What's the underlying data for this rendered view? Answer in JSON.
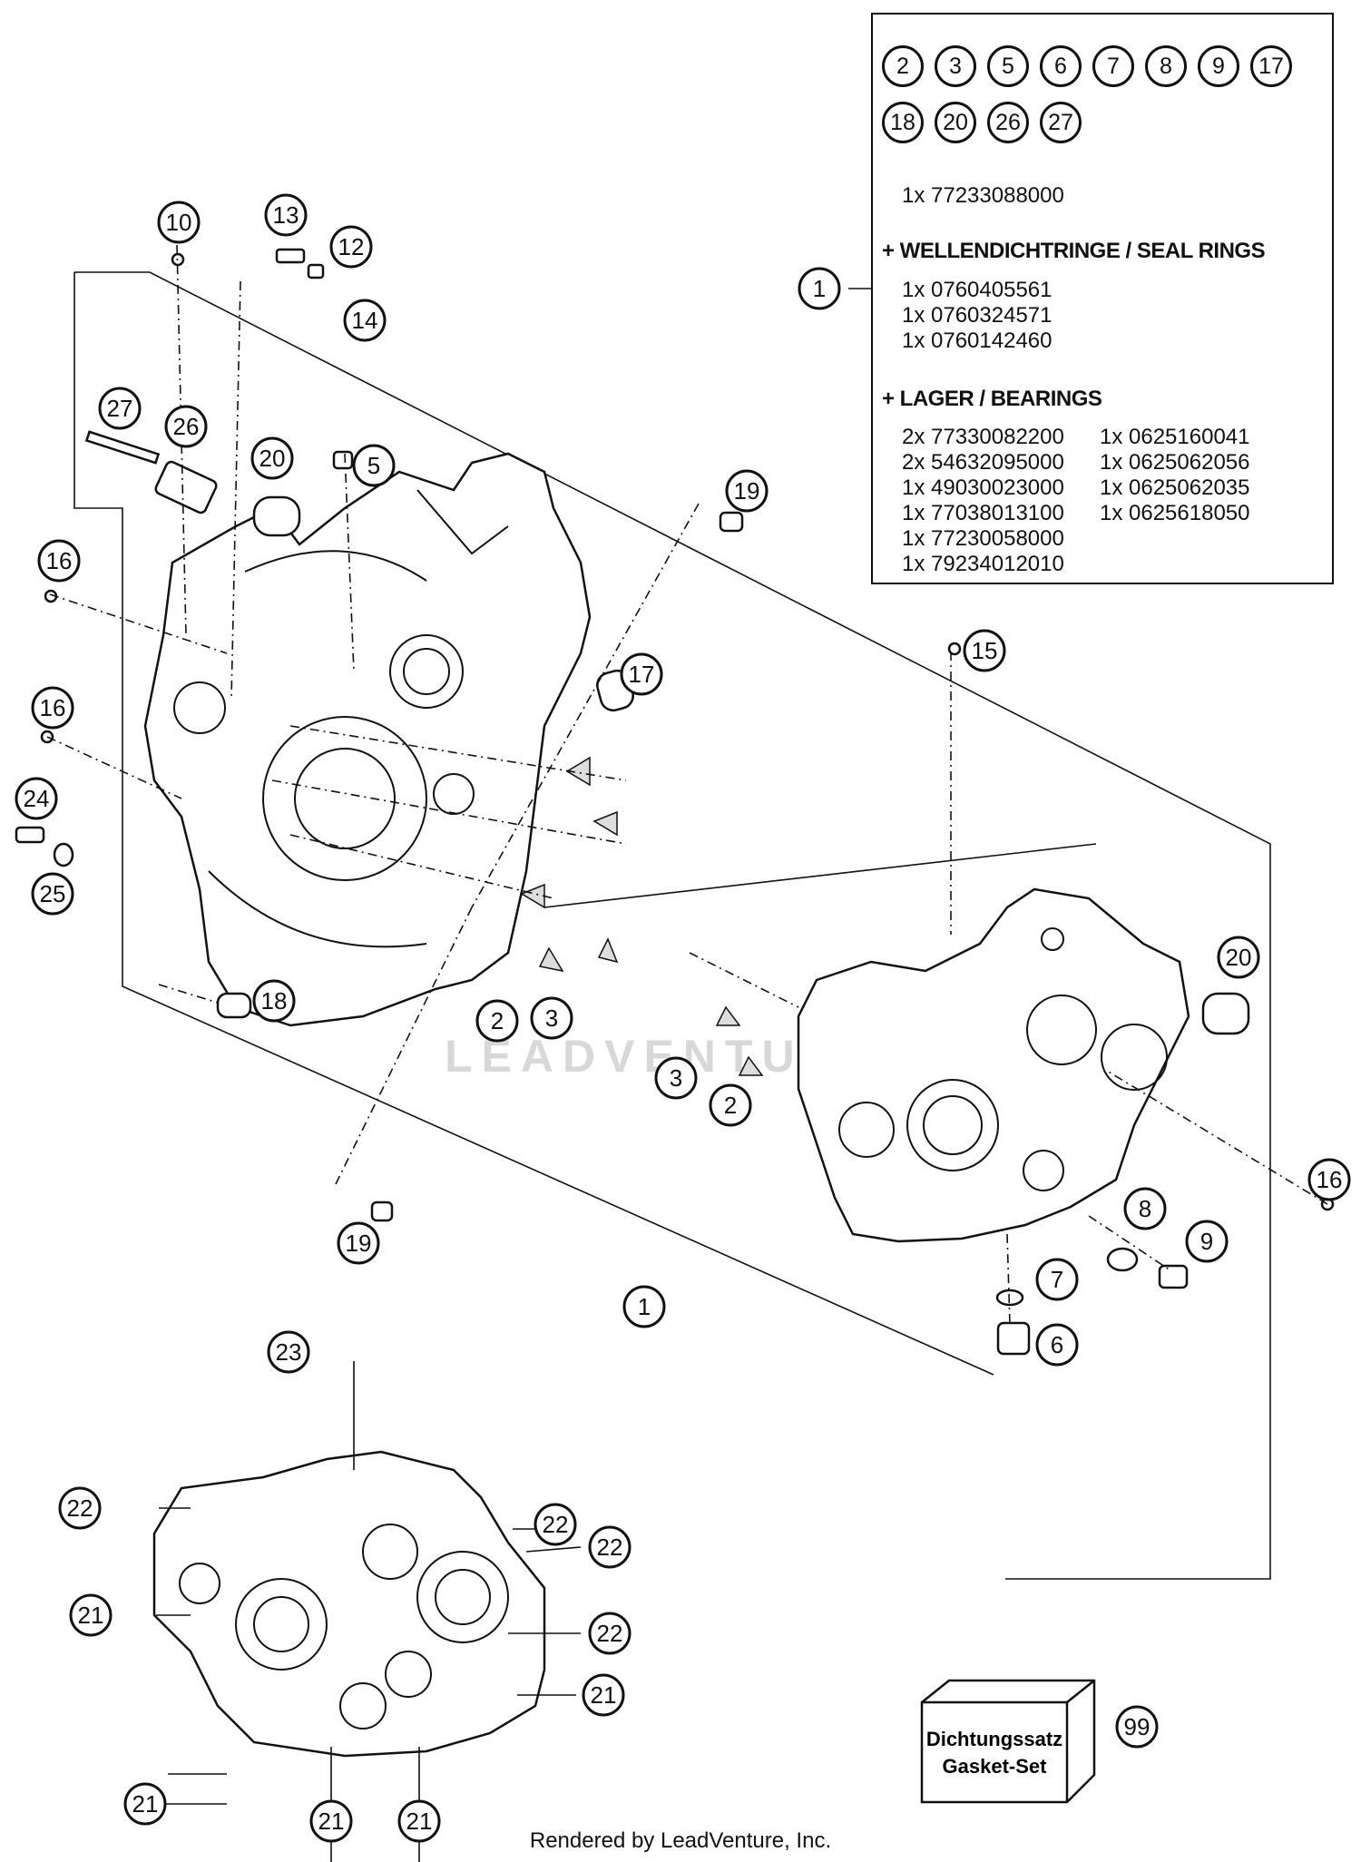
{
  "kit": {
    "badges": [
      "2",
      "3",
      "5",
      "6",
      "7",
      "8",
      "9",
      "17",
      "18",
      "20",
      "26",
      "27"
    ],
    "main_part": "1x 77233088000",
    "seal_heading": "+ WELLENDICHTRINGE / SEAL RINGS",
    "seals": [
      "1x 0760405561",
      "1x 0760324571",
      "1x 0760142460"
    ],
    "bearing_heading": "+ LAGER / BEARINGS",
    "bearings_col1": [
      "2x 77330082200",
      "2x 54632095000",
      "1x 49030023000",
      "1x 77038013100",
      "1x 77230058000",
      "1x 79234012010"
    ],
    "bearings_col2": [
      "1x 0625160041",
      "1x 0625062056",
      "1x 0625062035",
      "1x 0625618050"
    ]
  },
  "callouts": {
    "c1_kit": "1",
    "c1_main": "1",
    "c2a": "2",
    "c2b": "2",
    "c3a": "3",
    "c3b": "3",
    "c5": "5",
    "c6": "6",
    "c7": "7",
    "c8": "8",
    "c9": "9",
    "c10": "10",
    "c12": "12",
    "c13": "13",
    "c14": "14",
    "c15": "15",
    "c16a": "16",
    "c16b": "16",
    "c16c": "16",
    "c17": "17",
    "c18": "18",
    "c19a": "19",
    "c19b": "19",
    "c20a": "20",
    "c20b": "20",
    "c21a": "21",
    "c21b": "21",
    "c21c": "21",
    "c21d": "21",
    "c21e": "21",
    "c22a": "22",
    "c22b": "22",
    "c22c": "22",
    "c22d": "22",
    "c23": "23",
    "c24": "24",
    "c25": "25",
    "c26": "26",
    "c27": "27",
    "c99": "99"
  },
  "gasket": {
    "line1": "Dichtungssatz",
    "line2": "Gasket-Set"
  },
  "watermark": "LEADVENTURE",
  "footer": "Rendered by LeadVenture, Inc."
}
